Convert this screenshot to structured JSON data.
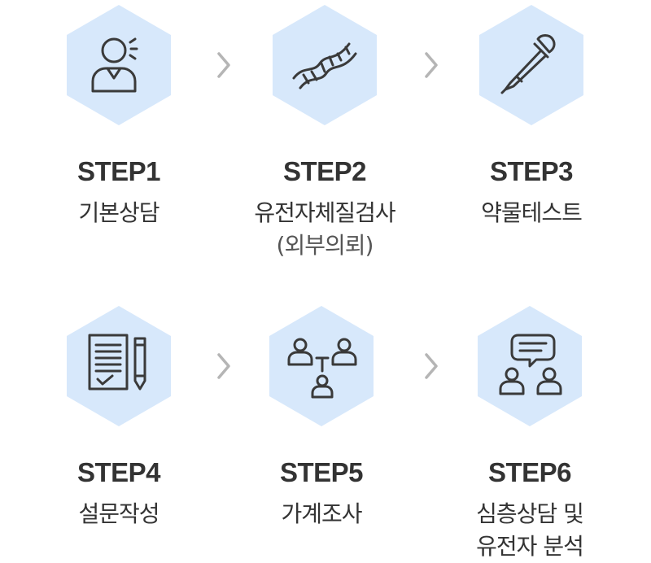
{
  "colors": {
    "hex_fill": "#d7e8fb",
    "icon_stroke": "#3a3a3a",
    "arrow": "#b5b5b5",
    "text": "#333333"
  },
  "steps": [
    {
      "title": "STEP1",
      "label": [
        "기본상담"
      ],
      "icon": "consultation-person-icon"
    },
    {
      "title": "STEP2",
      "label": [
        "유전자체질검사",
        "(외부의뢰)"
      ],
      "icon": "dna-icon"
    },
    {
      "title": "STEP3",
      "label": [
        "약물테스트"
      ],
      "icon": "dropper-icon"
    },
    {
      "title": "STEP4",
      "label": [
        "설문작성"
      ],
      "icon": "survey-pencil-icon"
    },
    {
      "title": "STEP5",
      "label": [
        "가계조사"
      ],
      "icon": "family-tree-icon"
    },
    {
      "title": "STEP6",
      "label": [
        "심층상담 및",
        "유전자 분석"
      ],
      "icon": "discussion-icon"
    }
  ]
}
